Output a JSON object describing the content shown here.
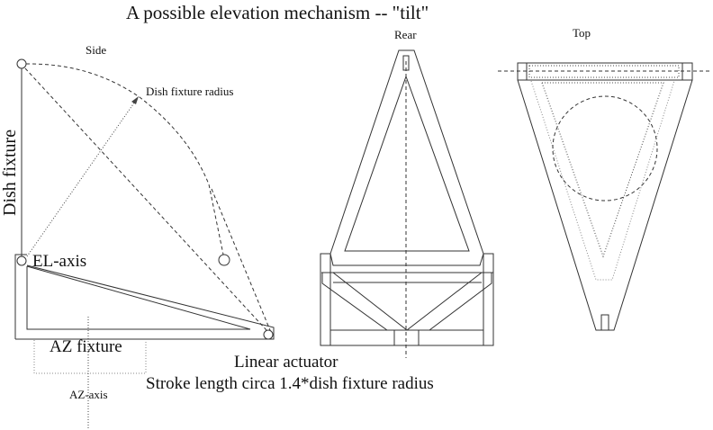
{
  "title": "A possible elevation mechanism -- \"tilt\"",
  "views": {
    "side": {
      "label": "Side",
      "dish_fixture_label": "Dish fixture",
      "dish_radius_label": "Dish fixture radius",
      "el_axis_label": "EL-axis",
      "az_fixture_label": "AZ fixture",
      "az_axis_label": "AZ-axis",
      "actuator_label": "Linear actuator",
      "stroke_label": "Stroke length circa 1.4*dish fixture radius"
    },
    "rear": {
      "label": "Rear"
    },
    "top": {
      "label": "Top"
    }
  }
}
